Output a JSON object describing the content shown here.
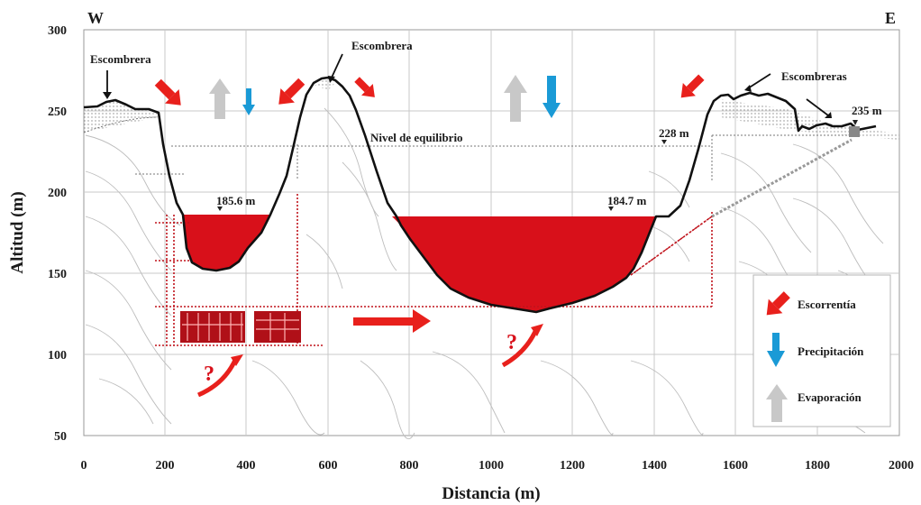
{
  "corners": {
    "west": "W",
    "east": "E"
  },
  "axes": {
    "xlabel": "Distancia (m)",
    "ylabel": "Altitud (m)",
    "x_ticks": [
      "0",
      "200",
      "400",
      "600",
      "800",
      "1000",
      "1200",
      "1400",
      "1600",
      "1800",
      "2000"
    ],
    "y_ticks": [
      "300",
      "250",
      "200",
      "150",
      "100",
      "50"
    ]
  },
  "annotations": {
    "escombrera_left": "Escombrera",
    "escombrera_top": "Escombrera",
    "escombreras_right": "Escombreras",
    "nivel_equilibrio": "Nivel de equilibrio",
    "level_left_pit": "185.6 m",
    "level_right_pit": "184.7 m",
    "level_228": "228 m",
    "level_235": "235 m",
    "question_mark": "?"
  },
  "legend": {
    "escorrentia": "Escorrentía",
    "precipitacion": "Precipitación",
    "evaporacion": "Evaporación"
  },
  "colors": {
    "water": "#d8101a",
    "runoff_arrow": "#e8201c",
    "precip_arrow": "#1a9ad6",
    "evap_arrow": "#c8c8c8",
    "terrain": "#111111",
    "grid": "#c9c9c9"
  }
}
